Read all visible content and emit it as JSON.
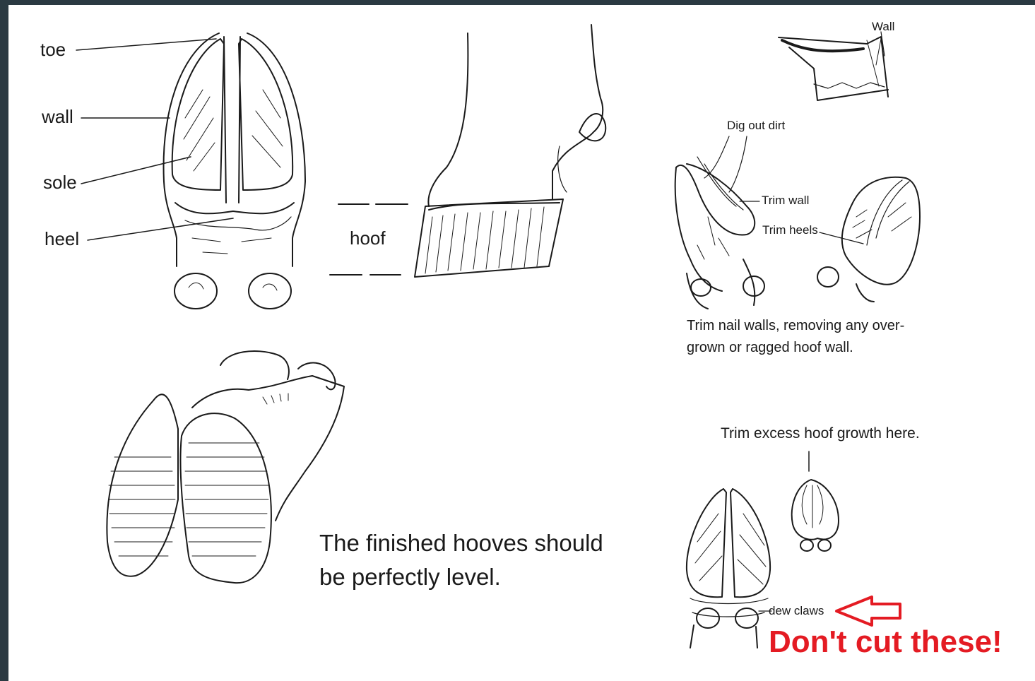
{
  "anatomy": {
    "toe": "toe",
    "wall": "wall",
    "sole": "sole",
    "heel": "heel"
  },
  "side_view": {
    "hoof": "hoof"
  },
  "trim_steps": {
    "wall": "Wall",
    "dig_out_dirt": "Dig out dirt",
    "trim_wall": "Trim wall",
    "trim_heels": "Trim heels",
    "caption_line1": "Trim nail walls, removing any over-",
    "caption_line2": "grown or ragged hoof wall."
  },
  "excess": {
    "title": "Trim excess hoof growth here.",
    "dew_claws": "dew claws",
    "warning": "Don't cut these!"
  },
  "finished": {
    "line1": "The finished hooves should",
    "line2": "be perfectly level."
  },
  "colors": {
    "warning": "#e41b23",
    "frame": "#2b3a42",
    "ink": "#1a1a1a"
  }
}
